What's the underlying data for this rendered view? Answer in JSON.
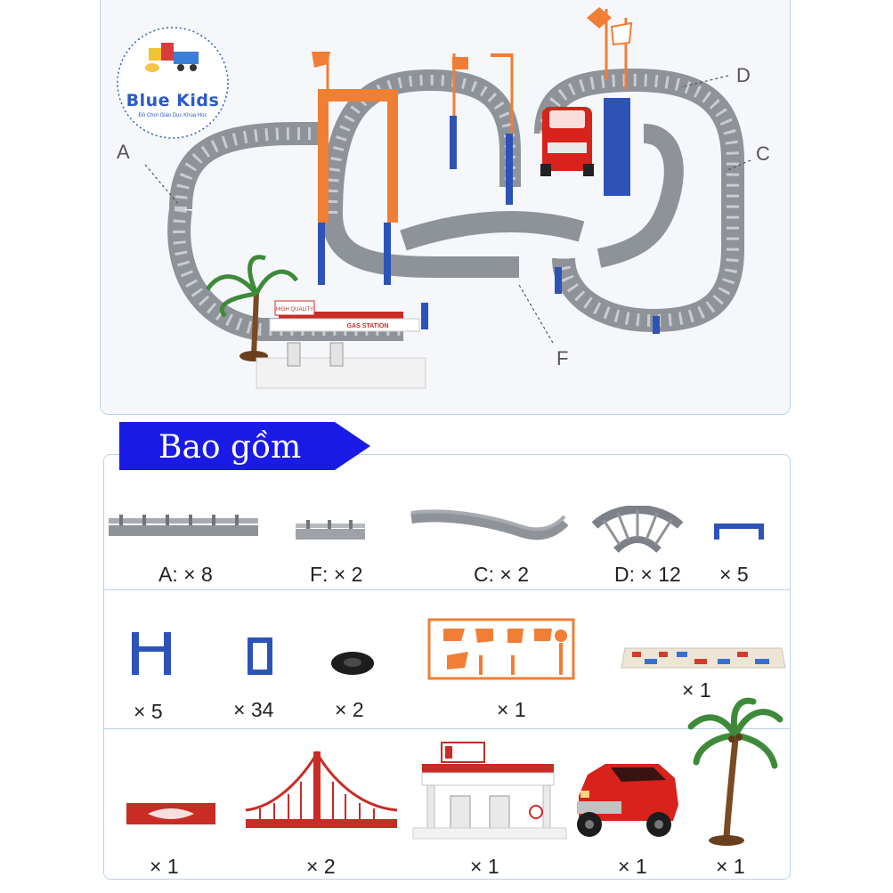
{
  "logo": {
    "title": "Blue Kids",
    "subtitle": "Đồ Chơi Giáo Dục Khoa Học"
  },
  "callouts": {
    "A": "A",
    "C": "C",
    "D": "D",
    "F": "F"
  },
  "scene": {
    "gas_station_sign": "GAS STATION",
    "high_quality_sign": "HIGH QUALITY"
  },
  "section_header": "Bao gồm",
  "colors": {
    "banner": "#1a1ae6",
    "track_gray": "#8e9299",
    "support_blue": "#2d53b8",
    "gate_orange": "#f07e35",
    "bridge_red": "#c92b25",
    "car_red": "#d8221c",
    "panel_border": "#b8d3ee"
  },
  "parts": [
    {
      "label": "A: × 8",
      "icon": "straight-track-icon"
    },
    {
      "label": "F: × 2",
      "icon": "short-track-icon"
    },
    {
      "label": "C: × 2",
      "icon": "slope-track-icon"
    },
    {
      "label": "D: × 12",
      "icon": "curve-track-icon"
    },
    {
      "label": "× 5",
      "icon": "blue-connector-icon"
    },
    {
      "label": "× 5",
      "icon": "support-pillar-icon"
    },
    {
      "label": "× 34",
      "icon": "support-block-icon"
    },
    {
      "label": "× 2",
      "icon": "tire-icon"
    },
    {
      "label": "× 1",
      "icon": "flag-sprue-icon"
    },
    {
      "label": "× 1",
      "icon": "sticker-sheet-icon"
    },
    {
      "label": "× 1",
      "icon": "red-ramp-icon"
    },
    {
      "label": "× 2",
      "icon": "suspension-bridge-icon"
    },
    {
      "label": "× 1",
      "icon": "gas-station-icon"
    },
    {
      "label": "× 1",
      "icon": "red-car-icon"
    },
    {
      "label": "× 1",
      "icon": "palm-tree-icon"
    }
  ]
}
